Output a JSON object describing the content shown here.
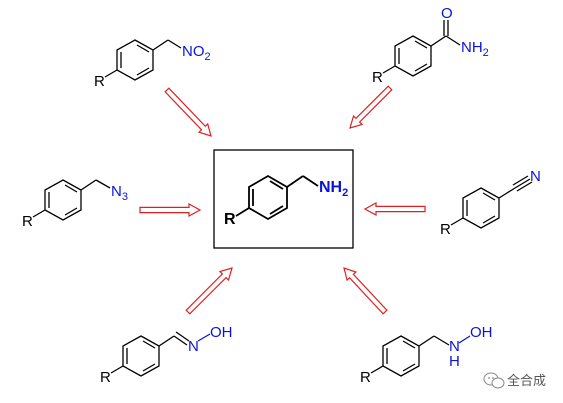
{
  "labels": {
    "r": "R",
    "no2_n": "NO",
    "no2_sub": "2",
    "amide_o": "O",
    "amide_nh": "NH",
    "amide_sub": "2",
    "azide_n": "N",
    "azide_sub": "3",
    "amine_nh": "NH",
    "amine_sub": "2",
    "nitrile_n": "N",
    "oxime_n": "N",
    "oxime_oh": "OH",
    "hydroxylamine_n": "N",
    "hydroxylamine_h": "H",
    "hydroxylamine_oh": "OH"
  },
  "watermark": {
    "text": "全合成",
    "icon": "wechat-icon"
  },
  "colors": {
    "heteroatom": "#0a14d9",
    "arrow": "#e02020",
    "bond": "#000000"
  }
}
